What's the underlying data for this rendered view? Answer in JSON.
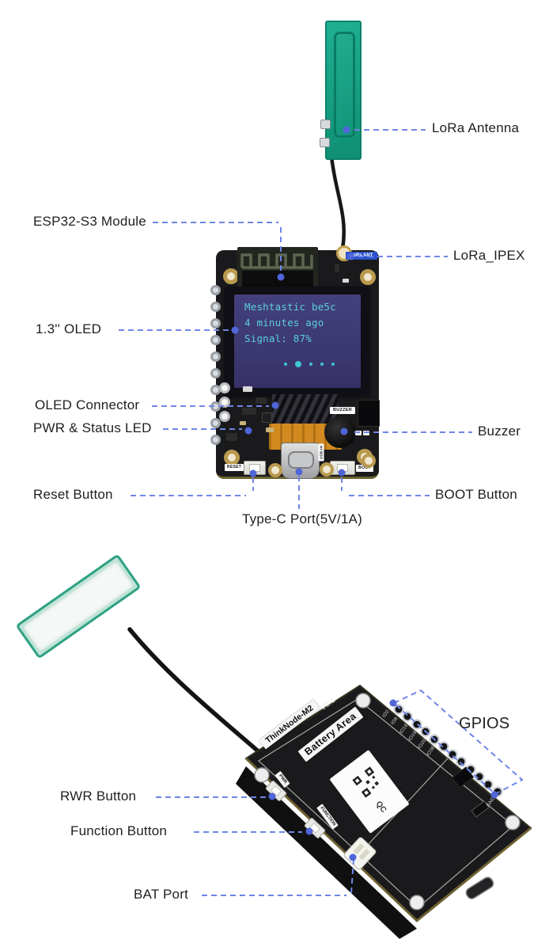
{
  "page": {
    "background": "#ffffff"
  },
  "colors": {
    "leader_line": "#6f86e8",
    "leader_dot": "#5065d8",
    "label_text": "#1f1f1f",
    "pcb_black": "#1a1a1c",
    "antenna_green": "#16a289",
    "oled_background": "#3f3b76",
    "oled_text": "#5ad0da",
    "badge_blue": "#2a51cf"
  },
  "top_view": {
    "callouts": {
      "lora_antenna": "LoRa Antenna",
      "esp32_module": "ESP32-S3 Module",
      "lora_ipex": "LoRa_IPEX",
      "oled": "1.3'' OLED",
      "oled_connector": "OLED Connector",
      "pwr_status_led": "PWR & Status LED",
      "buzzer": "Buzzer",
      "reset_button": "Reset Button",
      "boot_button": "BOOT Button",
      "typec_port": "Type-C Port(5V/1A)"
    },
    "board_silkscreen": {
      "lora_ant": "LoRa ANT",
      "buzzer": "BUZZER",
      "reset": "RESET",
      "boot": "BOOT",
      "usb_in": "USB-IN"
    },
    "oled_screen": {
      "line1": "Meshtastic be5c",
      "line2": "4 minutes ago",
      "line3": "Signal: 87%",
      "size_mark": "1.3"
    }
  },
  "bottom_view": {
    "callouts": {
      "gpios": "GPIOS",
      "rwr_button": "RWR Button",
      "function_button": "Function Button",
      "bat_port": "BAT Port"
    },
    "board_silkscreen": {
      "model": "ThinkNode-M2",
      "version": "V1.1",
      "battery_area": "Battery Area",
      "qc": "QC",
      "pwr": "PWR",
      "function": "FUNCTION",
      "gnd": "GND",
      "pins": [
        "IO2",
        "IO8",
        "IO18",
        "IO19",
        "IO20",
        "IO38"
      ]
    }
  }
}
